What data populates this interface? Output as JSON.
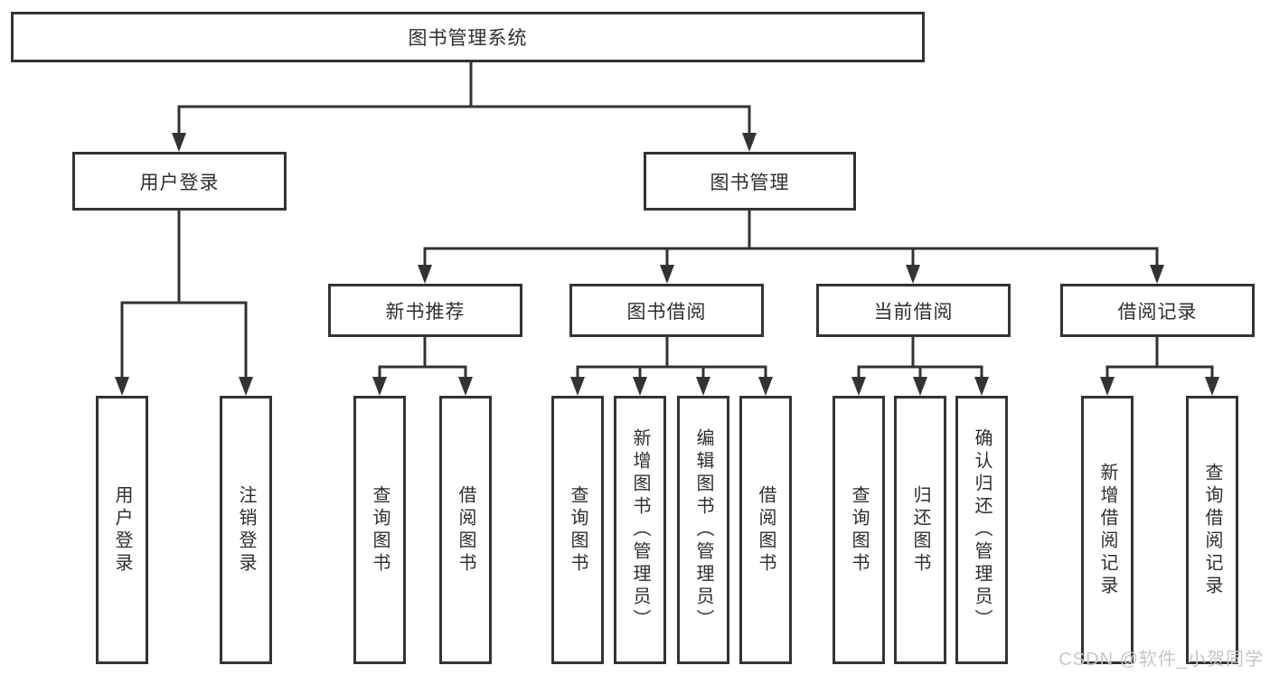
{
  "root": {
    "label": "图书管理系统"
  },
  "level2": [
    {
      "label": "用户登录"
    },
    {
      "label": "图书管理"
    }
  ],
  "level3": [
    {
      "label": "新书推荐"
    },
    {
      "label": "图书借阅"
    },
    {
      "label": "当前借阅"
    },
    {
      "label": "借阅记录"
    }
  ],
  "level4": [
    {
      "label": "用户登录"
    },
    {
      "label": "注销登录"
    },
    {
      "label": "查询图书"
    },
    {
      "label": "借阅图书"
    },
    {
      "label": "查询图书"
    },
    {
      "label": "新增图书（管理员）"
    },
    {
      "label": "编辑图书（管理员）"
    },
    {
      "label": "借阅图书"
    },
    {
      "label": "查询图书"
    },
    {
      "label": "归还图书"
    },
    {
      "label": "确认归还（管理员）"
    },
    {
      "label": "新增借阅记录"
    },
    {
      "label": "查询借阅记录"
    }
  ],
  "watermark": "CSDN @软件_小贺同学",
  "colors": {
    "line": "#333333",
    "text": "#2f2f2f",
    "watermark": "#c6c6c6",
    "background": "#ffffff"
  }
}
